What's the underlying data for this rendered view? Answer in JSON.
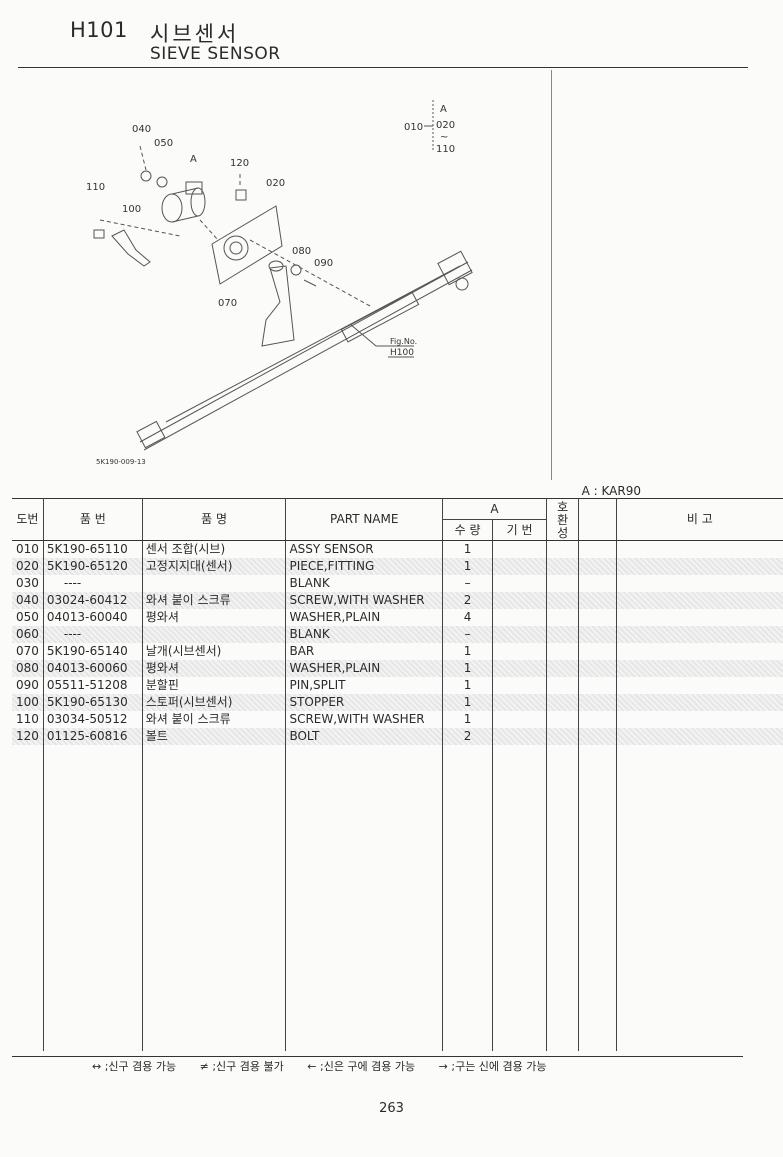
{
  "header": {
    "code": "H101",
    "title_ko": "시브센서",
    "title_en": "SIEVE SENSOR"
  },
  "diagram": {
    "callouts": [
      "040",
      "050",
      "A",
      "120",
      "020",
      "110",
      "100",
      "080",
      "090",
      "070"
    ],
    "group_ref": {
      "item": "010",
      "a": "A",
      "from": "020",
      "tilde": "~",
      "to": "110"
    },
    "fig_ref": {
      "label": "Fig.No.",
      "value": "H100"
    },
    "drawing_id": "5K190-009-13"
  },
  "model_label": "A : KAR90",
  "table": {
    "headers": {
      "no": "도번",
      "part_no": "품  번",
      "name_ko": "품          명",
      "part_name": "PART  NAME",
      "group_a": "A",
      "qty": "수 량",
      "base_no": "기 번",
      "compat": "호\n환\n성",
      "remarks": "비          고"
    },
    "rows": [
      {
        "no": "010",
        "part_no": "5K190-65110",
        "name_ko": "센서 조합(시브)",
        "part_name": "ASSY SENSOR",
        "qty": "1"
      },
      {
        "no": "020",
        "part_no": "5K190-65120",
        "name_ko": "고정지지대(센서)",
        "part_name": "PIECE,FITTING",
        "qty": "1"
      },
      {
        "no": "030",
        "part_no": "----",
        "name_ko": "",
        "part_name": "BLANK",
        "qty": "–"
      },
      {
        "no": "040",
        "part_no": "03024-60412",
        "name_ko": "와셔 붙이 스크류",
        "part_name": "SCREW,WITH WASHER",
        "qty": "2"
      },
      {
        "no": "050",
        "part_no": "04013-60040",
        "name_ko": "평와셔",
        "part_name": "WASHER,PLAIN",
        "qty": "4"
      },
      {
        "no": "060",
        "part_no": "----",
        "name_ko": "",
        "part_name": "BLANK",
        "qty": "–"
      },
      {
        "no": "070",
        "part_no": "5K190-65140",
        "name_ko": "날개(시브센서)",
        "part_name": "BAR",
        "qty": "1"
      },
      {
        "no": "080",
        "part_no": "04013-60060",
        "name_ko": "평와셔",
        "part_name": "WASHER,PLAIN",
        "qty": "1"
      },
      {
        "no": "090",
        "part_no": "05511-51208",
        "name_ko": "분할핀",
        "part_name": "PIN,SPLIT",
        "qty": "1"
      },
      {
        "no": "100",
        "part_no": "5K190-65130",
        "name_ko": "스토퍼(시브센서)",
        "part_name": "STOPPER",
        "qty": "1"
      },
      {
        "no": "110",
        "part_no": "03034-50512",
        "name_ko": "와셔 붙이 스크류",
        "part_name": "SCREW,WITH WASHER",
        "qty": "1"
      },
      {
        "no": "120",
        "part_no": "01125-60816",
        "name_ko": "볼트",
        "part_name": "BOLT",
        "qty": "2"
      }
    ]
  },
  "legend": [
    "↔ ;신구 겸용 가능",
    "≠ ;신구 겸용 불가",
    "← ;신은 구에 겸용 가능",
    "→ ;구는 신에 겸용 가능"
  ],
  "page_number": "263"
}
